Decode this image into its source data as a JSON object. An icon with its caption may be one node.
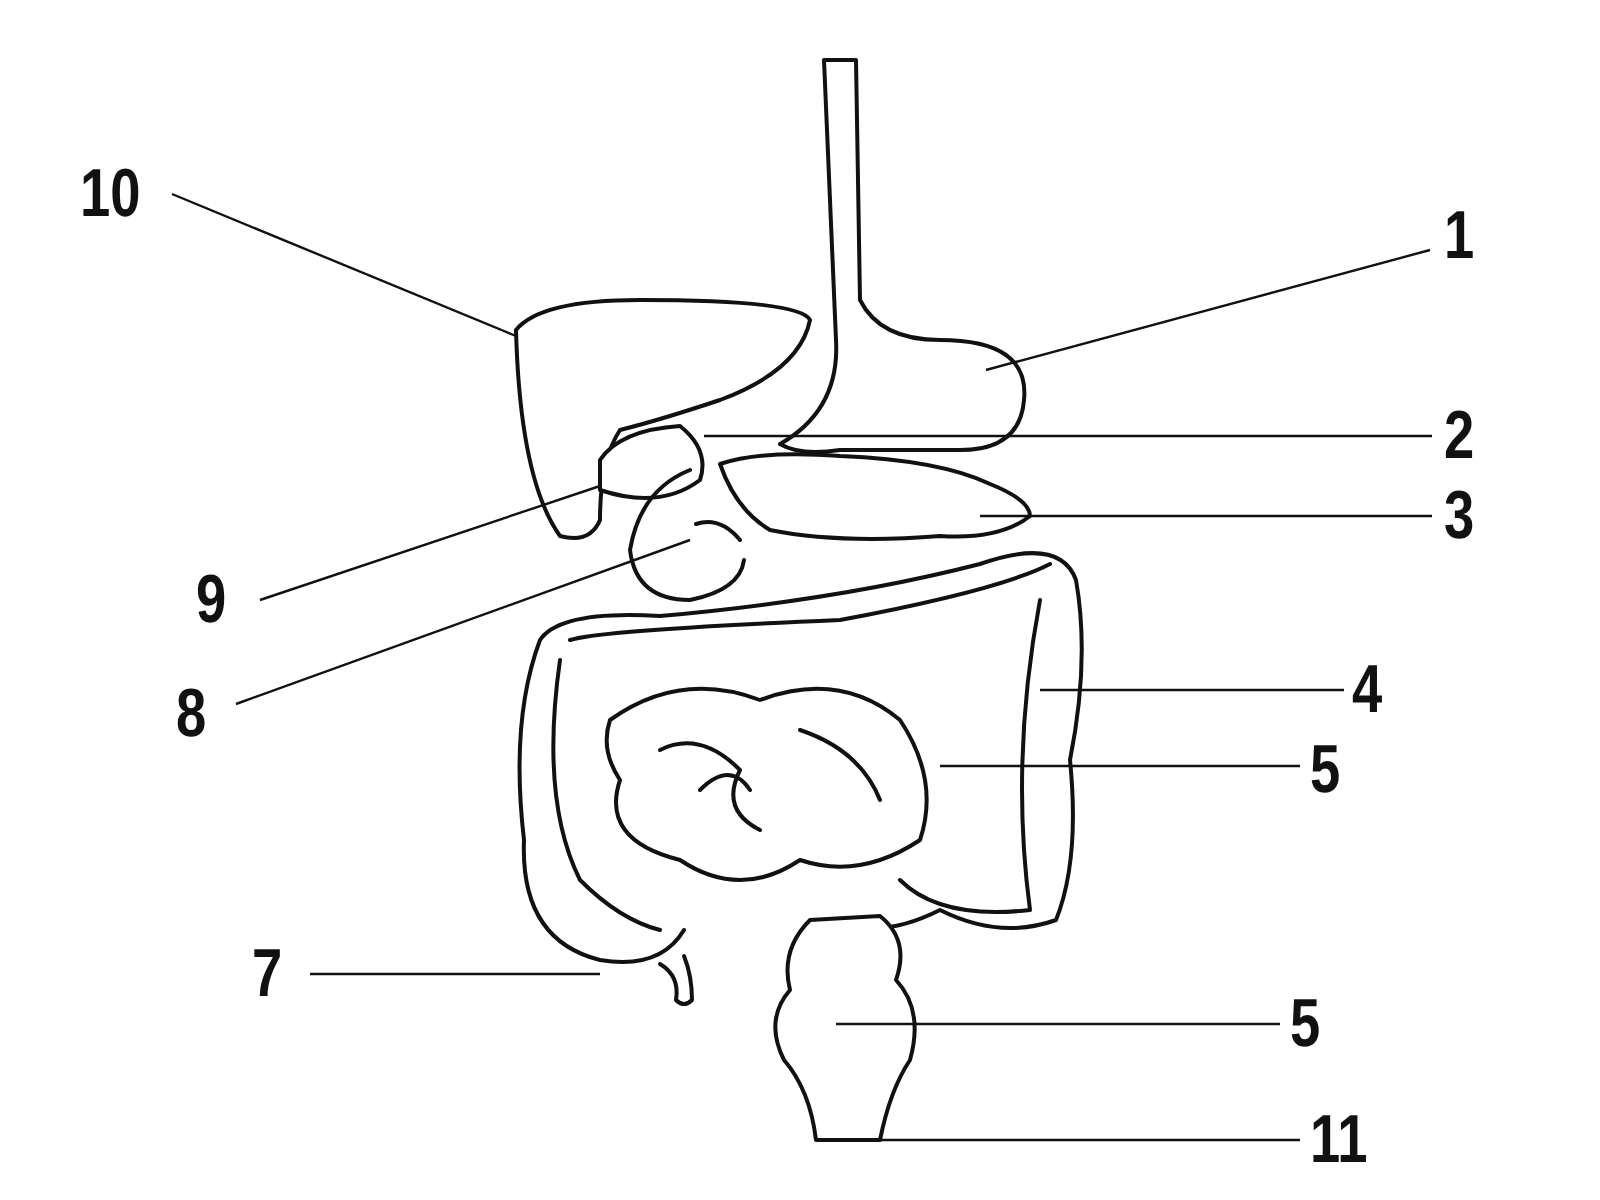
{
  "diagram": {
    "nodes": [
      {
        "text": [
          "10"
        ]
      },
      {
        "text": [
          "1"
        ]
      },
      {
        "text": [
          "2"
        ]
      },
      {
        "text": [
          "3"
        ]
      },
      {
        "text": [
          "9"
        ]
      },
      {
        "text": [
          "8"
        ]
      },
      {
        "text": [
          "4"
        ]
      },
      {
        "text": [
          "5"
        ]
      },
      {
        "text": [
          "7"
        ]
      },
      {
        "text": [
          "5"
        ]
      },
      {
        "text": [
          "11"
        ]
      }
    ],
    "edges": [
      {
        "from": 0,
        "to": null,
        "arrow": "none"
      },
      {
        "from": 1,
        "to": null,
        "arrow": "none"
      },
      {
        "from": 2,
        "to": null,
        "arrow": "none"
      },
      {
        "from": 3,
        "to": null,
        "arrow": "none"
      },
      {
        "from": 4,
        "to": null,
        "arrow": "none"
      },
      {
        "from": 5,
        "to": null,
        "arrow": "none"
      },
      {
        "from": 6,
        "to": null,
        "arrow": "none"
      },
      {
        "from": 7,
        "to": null,
        "arrow": "none"
      },
      {
        "from": 8,
        "to": null,
        "arrow": "none"
      },
      {
        "from": 9,
        "to": null,
        "arrow": "none"
      },
      {
        "from": 10,
        "to": null,
        "arrow": "none"
      }
    ]
  }
}
